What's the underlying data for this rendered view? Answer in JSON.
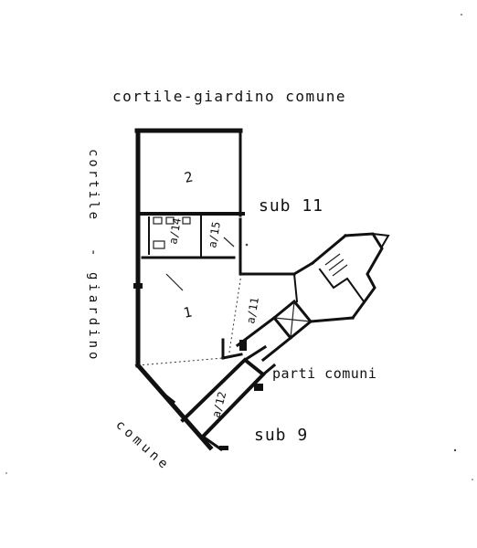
{
  "labels": {
    "top": "cortile-giardino comune",
    "left_col_1": "cortile",
    "left_dash": "-",
    "left_col_2": "giardino",
    "bottom_left": "comune",
    "sub11": "sub 11",
    "parti_comuni": "parti comuni",
    "sub9": "sub 9"
  },
  "rooms": {
    "r2": "2",
    "r1": "1",
    "r_a14": "a/14",
    "r_a15": "a/15",
    "r_a11": "a/11",
    "r_a12": "a/12"
  }
}
